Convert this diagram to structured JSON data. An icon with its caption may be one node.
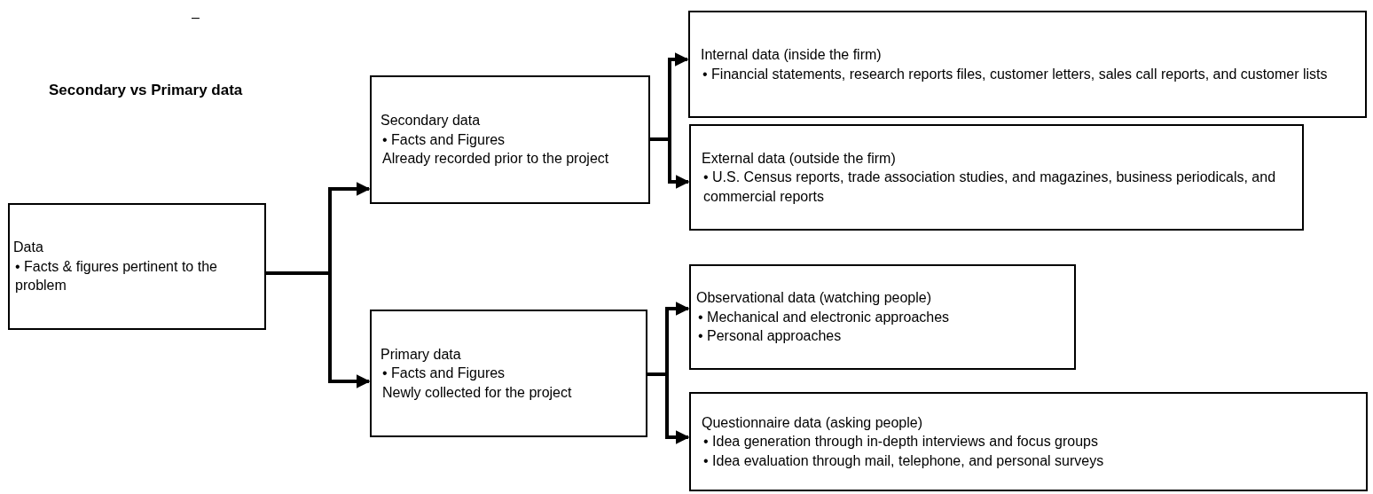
{
  "diagram": {
    "title": "Secondary vs Primary data",
    "nodes": [
      {
        "text": [
          "Data",
          "• Facts & figures pertinent to the problem"
        ]
      },
      {
        "text": [
          "Secondary data",
          "• Facts and Figures",
          "Already recorded prior to the project"
        ]
      },
      {
        "text": [
          "Primary data",
          "• Facts and Figures",
          "Newly collected for the project"
        ]
      },
      {
        "text": [
          "Internal data (inside the firm)",
          "• Financial statements, research reports files, customer letters, sales call reports, and customer lists"
        ]
      },
      {
        "text": [
          "External data (outside the firm)",
          "• U.S. Census reports, trade association studies, and magazines, business periodicals, and commercial reports"
        ]
      },
      {
        "text": [
          "Observational data (watching people)",
          "• Mechanical and electronic approaches",
          "• Personal approaches"
        ]
      },
      {
        "text": [
          "Questionnaire data (asking people)",
          "• Idea generation through in-depth interviews and focus groups",
          "• Idea evaluation through mail, telephone, and personal surveys"
        ]
      }
    ],
    "edges": [
      {
        "from": 0,
        "to": 1,
        "arrow": "to"
      },
      {
        "from": 0,
        "to": 2,
        "arrow": "to"
      },
      {
        "from": 1,
        "to": 3,
        "arrow": "to"
      },
      {
        "from": 1,
        "to": 4,
        "arrow": "to"
      },
      {
        "from": 2,
        "to": 5,
        "arrow": "to"
      },
      {
        "from": 2,
        "to": 6,
        "arrow": "to"
      }
    ],
    "labels": [
      "–"
    ]
  }
}
